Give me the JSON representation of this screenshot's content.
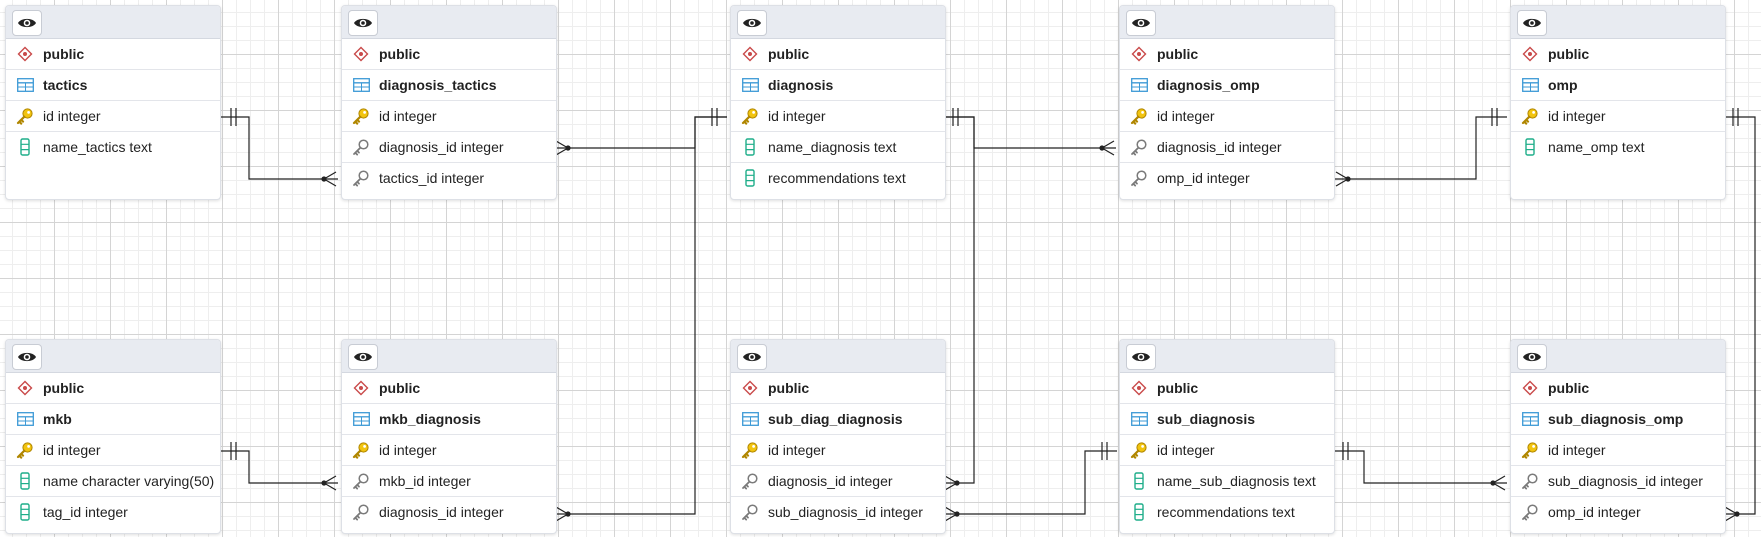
{
  "tables": [
    {
      "schema": "public",
      "name": "tactics",
      "columns": [
        {
          "label": "id integer",
          "kind": "pk"
        },
        {
          "label": "name_tactics text",
          "kind": "col"
        }
      ]
    },
    {
      "schema": "public",
      "name": "diagnosis_tactics",
      "columns": [
        {
          "label": "id integer",
          "kind": "pk"
        },
        {
          "label": "diagnosis_id integer",
          "kind": "fk"
        },
        {
          "label": "tactics_id integer",
          "kind": "fk"
        }
      ]
    },
    {
      "schema": "public",
      "name": "diagnosis",
      "columns": [
        {
          "label": "id integer",
          "kind": "pk"
        },
        {
          "label": "name_diagnosis text",
          "kind": "col"
        },
        {
          "label": "recommendations text",
          "kind": "col"
        }
      ]
    },
    {
      "schema": "public",
      "name": "diagnosis_omp",
      "columns": [
        {
          "label": "id integer",
          "kind": "pk"
        },
        {
          "label": "diagnosis_id integer",
          "kind": "fk"
        },
        {
          "label": "omp_id integer",
          "kind": "fk"
        }
      ]
    },
    {
      "schema": "public",
      "name": "omp",
      "columns": [
        {
          "label": "id integer",
          "kind": "pk"
        },
        {
          "label": "name_omp text",
          "kind": "col"
        }
      ]
    },
    {
      "schema": "public",
      "name": "mkb",
      "columns": [
        {
          "label": "id integer",
          "kind": "pk"
        },
        {
          "label": "name character varying(50)",
          "kind": "col"
        },
        {
          "label": "tag_id integer",
          "kind": "col"
        }
      ]
    },
    {
      "schema": "public",
      "name": "mkb_diagnosis",
      "columns": [
        {
          "label": "id integer",
          "kind": "pk"
        },
        {
          "label": "mkb_id integer",
          "kind": "fk"
        },
        {
          "label": "diagnosis_id integer",
          "kind": "fk"
        }
      ]
    },
    {
      "schema": "public",
      "name": "sub_diag_diagnosis",
      "columns": [
        {
          "label": "id integer",
          "kind": "pk"
        },
        {
          "label": "diagnosis_id integer",
          "kind": "fk"
        },
        {
          "label": "sub_diagnosis_id integer",
          "kind": "fk"
        }
      ]
    },
    {
      "schema": "public",
      "name": "sub_diagnosis",
      "columns": [
        {
          "label": "id integer",
          "kind": "pk"
        },
        {
          "label": "name_sub_diagnosis text",
          "kind": "col"
        },
        {
          "label": "recommendations text",
          "kind": "col"
        }
      ]
    },
    {
      "schema": "public",
      "name": "sub_diagnosis_omp",
      "columns": [
        {
          "label": "id integer",
          "kind": "pk"
        },
        {
          "label": "sub_diagnosis_id integer",
          "kind": "fk"
        },
        {
          "label": "omp_id integer",
          "kind": "fk"
        }
      ]
    }
  ],
  "colors": {
    "pk": "#e8b40c",
    "fk": "#7a7a7a",
    "column": "#1fae8a",
    "table": "#3d9ad6",
    "schema": "#c94a4a",
    "link": "#222222"
  }
}
